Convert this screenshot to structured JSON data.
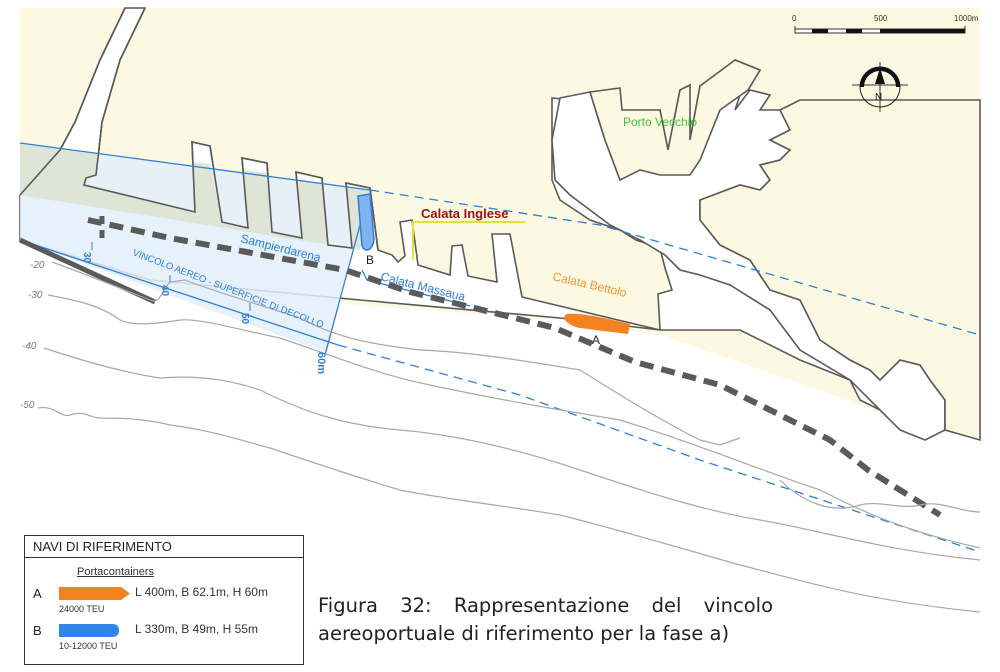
{
  "figure": {
    "caption": "Figura 32: Rappresentazione del vincolo aereoportuale di riferimento per la fase a)"
  },
  "map": {
    "place_labels": {
      "porto_vecchio": "Porto Vecchio",
      "calata_inglese": "Calata Inglese",
      "sampierdarena": "Sampierdarena",
      "calata_massaua": "Calata Massaua",
      "calata_bettolo": "Calata Bettolo",
      "vincolo": "VINCOLO AEREO - SUPERFICIE DI DECOLLO"
    },
    "ship_markers": {
      "a": "A",
      "b": "B"
    },
    "height_ticks": [
      "30",
      "40",
      "50",
      "60m"
    ],
    "depth_labels": [
      "-20",
      "-30",
      "-40",
      "-50"
    ],
    "north_label": "N",
    "scale": {
      "ticks": [
        "0",
        "500",
        "1000m"
      ]
    },
    "colors": {
      "land": "#fdf8e1",
      "water": "#ffffff",
      "restricted_zone": "#e3eefa",
      "outline": "#5a5a5a",
      "blue_line": "#2f7fd6",
      "ship_a": "#f58220",
      "ship_b": "#2f86e8",
      "calata_inglese_text": "#9b1111",
      "calata_inglese_line": "#e2e03a",
      "porto_vecchio_text": "#3cc43c",
      "calata_bettolo_text": "#f0953a"
    }
  },
  "legend": {
    "title": "NAVI DI RIFERIMENTO",
    "subtitle": "Portacontainers",
    "items": [
      {
        "letter": "A",
        "teu": "24000 TEU",
        "dims": "L 400m, B 62.1m, H 60m",
        "color": "#f58220"
      },
      {
        "letter": "B",
        "teu": "10-12000 TEU",
        "dims": "L 330m, B 49m, H 55m",
        "color": "#2f86e8"
      }
    ]
  }
}
